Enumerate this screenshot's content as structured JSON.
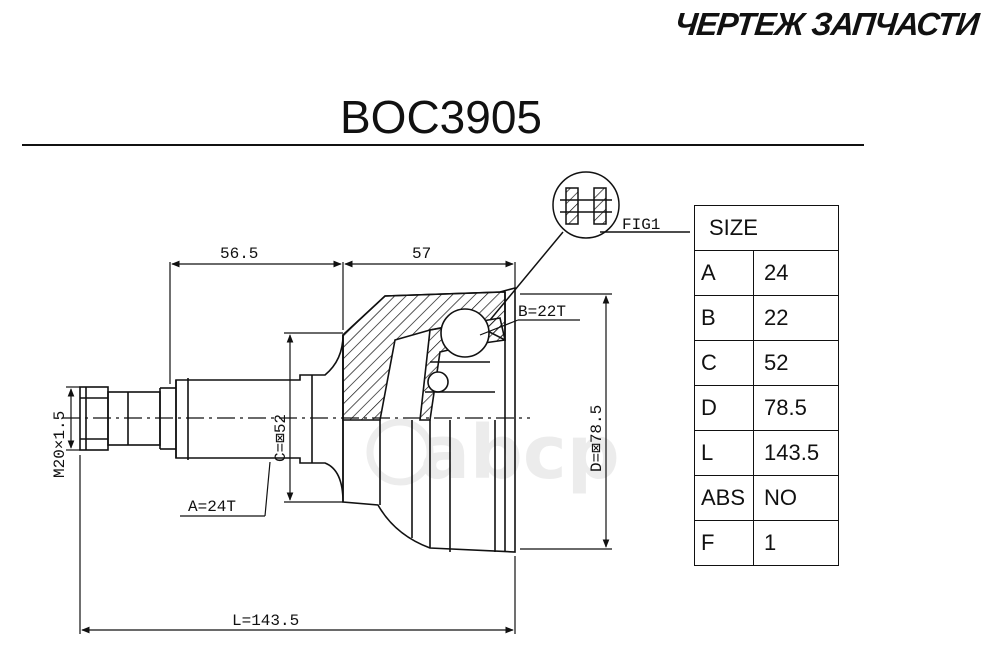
{
  "header": {
    "brand_text": "ЧЕРТЕЖ ЗАПЧАСТИ",
    "part_number": "BOC3905"
  },
  "drawing": {
    "dim_top_left": "56.5",
    "dim_top_right": "57",
    "fig_label": "FIG1",
    "b_label": "B=22T",
    "c_label": "C=⊠52",
    "d_label": "D=⊠78.5",
    "a_label": "A=24T",
    "thread_label": "M20×1.5",
    "length_label": "L=143.5",
    "watermark": "abcp"
  },
  "spec_table": {
    "header": "SIZE",
    "rows": [
      {
        "key": "A",
        "value": "24"
      },
      {
        "key": "B",
        "value": "22"
      },
      {
        "key": "C",
        "value": "52"
      },
      {
        "key": "D",
        "value": "78.5"
      },
      {
        "key": "L",
        "value": "143.5"
      },
      {
        "key": "ABS",
        "value": "NO"
      },
      {
        "key": "F",
        "value": "1"
      }
    ]
  }
}
